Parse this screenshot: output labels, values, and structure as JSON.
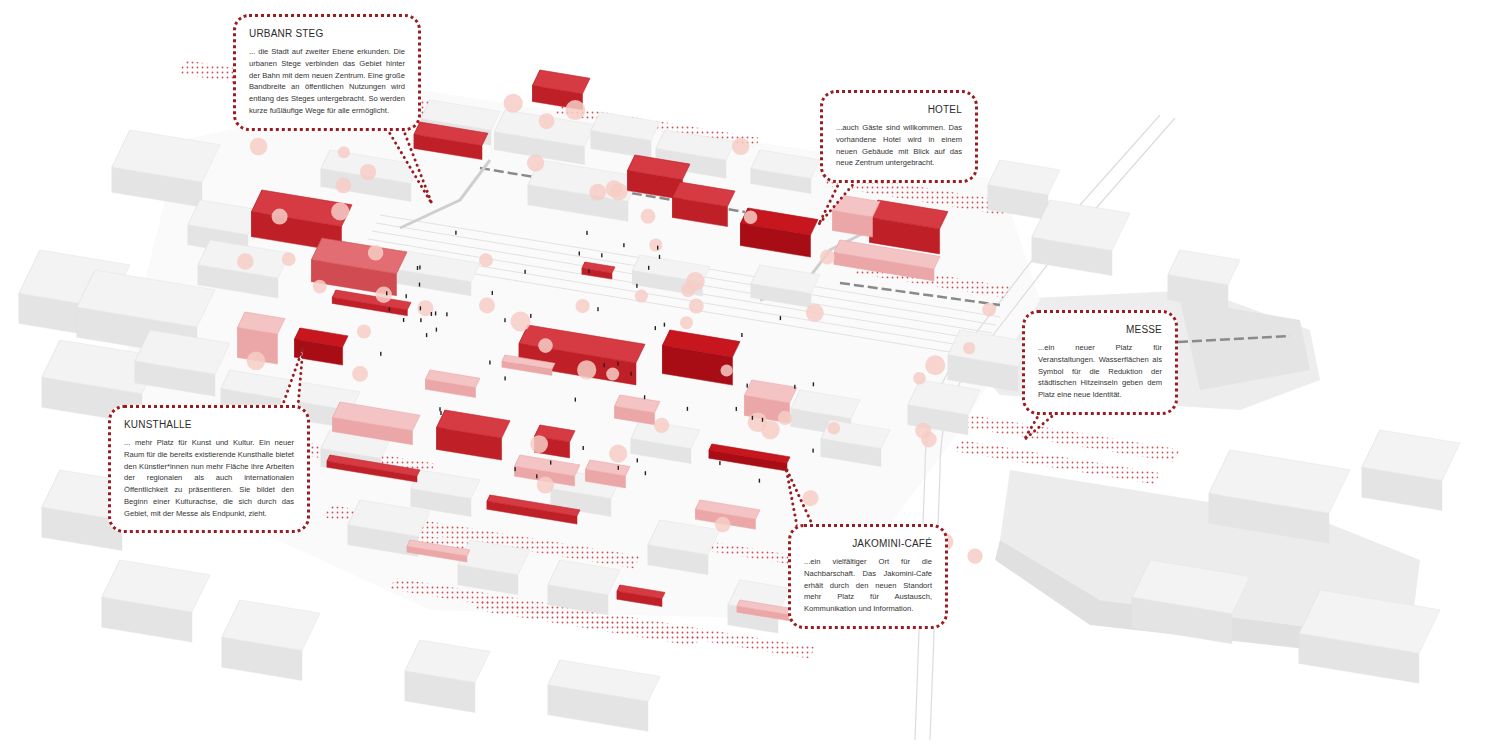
{
  "diagram": {
    "nodes": [
      {
        "text": [
          "URBANR STEG",
          "... die Stadt auf zweiter Ebene erkunden. Die urbanen Stege verbinden das Gebiet hinter der Bahn mit dem neuen Zentrum. Eine große Bandbreite an öffentlichen Nutzungen wird entlang des Steges untergebracht. So werden kurze fußläufige Wege für alle ermöglicht."
        ]
      },
      {
        "text": [
          "HOTEL",
          "...auch Gäste sind willkommen. Das vorhandene Hotel wird in einem neuen Gebäude mit Blick auf das neue Zentrum untergebracht."
        ]
      },
      {
        "text": [
          "MESSE",
          "...ein neuer Platz für Veranstaltungen. Wasserflächen als Symbol für die Reduktion der städtischen Hitzeinseln geben dem Platz eine neue Identität."
        ]
      },
      {
        "text": [
          "KUNSTHALLE",
          "... mehr Platz für Kunst und Kultur. Ein neuer Raum für die bereits existierende Kunsthalle bietet den Künstler*innen nun mehr Fläche ihre Arbeiten der regionalen als auch internationalen Öffentlichkeit zu präsentieren. Sie bildet den Beginn einer Kulturachse, die sich durch das Gebiet, mit der Messe als Endpunkt, zieht."
        ]
      },
      {
        "text": [
          "JAKOMINI-CAFÉ",
          "...ein vielfältiger Ort für die Nachbarschaft. Das Jakomini-Cafe erhält durch den neuen Standort mehr Platz für Austausch, Kommunikation und Information."
        ]
      }
    ]
  }
}
